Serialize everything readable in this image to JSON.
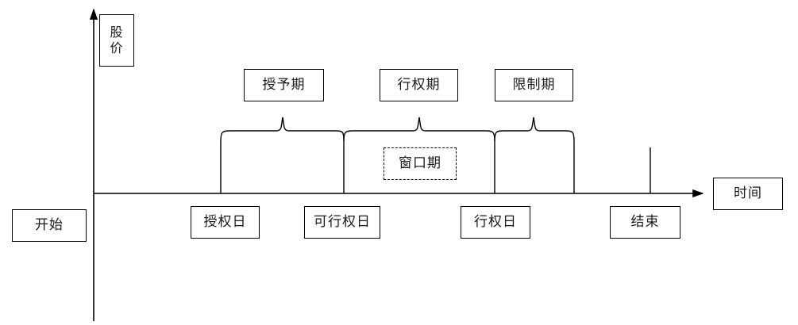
{
  "diagram": {
    "title_semantics": "stock-option-timeline",
    "axes": {
      "y_label": "股\n价",
      "x_label": "时间",
      "origin_label": "开始",
      "end_label": "结束"
    },
    "periods": [
      {
        "id": "grant-period",
        "label": "授予期"
      },
      {
        "id": "exercise-period",
        "label": "行权期"
      },
      {
        "id": "restriction-period",
        "label": "限制期"
      }
    ],
    "window": {
      "id": "window-period",
      "label": "窗口期"
    },
    "milestones": [
      {
        "id": "grant-date",
        "label": "授权日"
      },
      {
        "id": "exercisable-date",
        "label": "可行权日"
      },
      {
        "id": "exercise-date",
        "label": "行权日"
      }
    ],
    "colors": {
      "line": "#000000",
      "text": "#1a1a1a",
      "background": "#ffffff"
    }
  }
}
